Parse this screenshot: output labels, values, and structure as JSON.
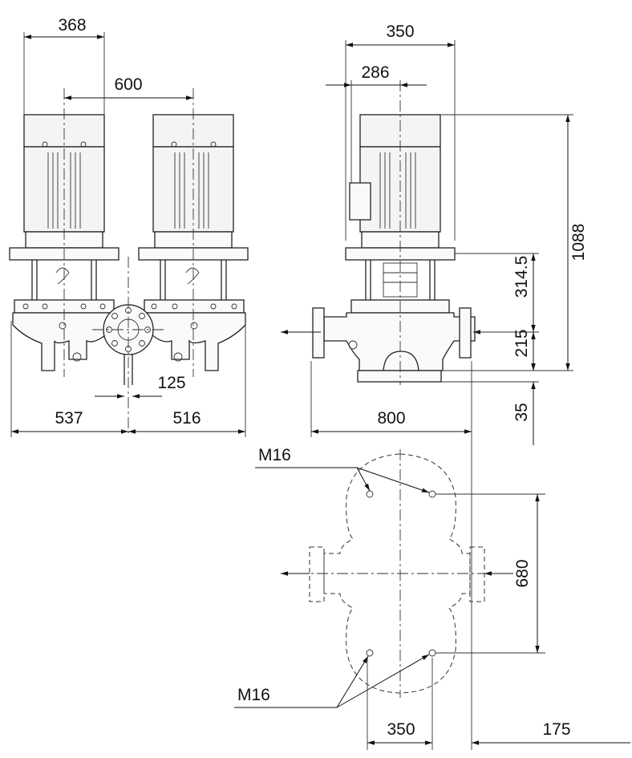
{
  "dimensions": {
    "motor_width": "368",
    "pump_center_distance": "600",
    "left_to_center": "537",
    "center_to_right": "516",
    "flange_offset": "125",
    "side_width": "350",
    "side_offset": "286",
    "overall_height": "1088",
    "motor_mount_height": "314.5",
    "port_height": "215",
    "base_height": "35",
    "port_to_port": "800",
    "foundation_bolt_spacing_y": "680",
    "foundation_bolt_spacing_x": "350",
    "foundation_offset": "175"
  },
  "labels": {
    "bolt_top": "M16",
    "bolt_bottom": "M16"
  },
  "colors": {
    "line": "#222222",
    "background": "#ffffff"
  }
}
